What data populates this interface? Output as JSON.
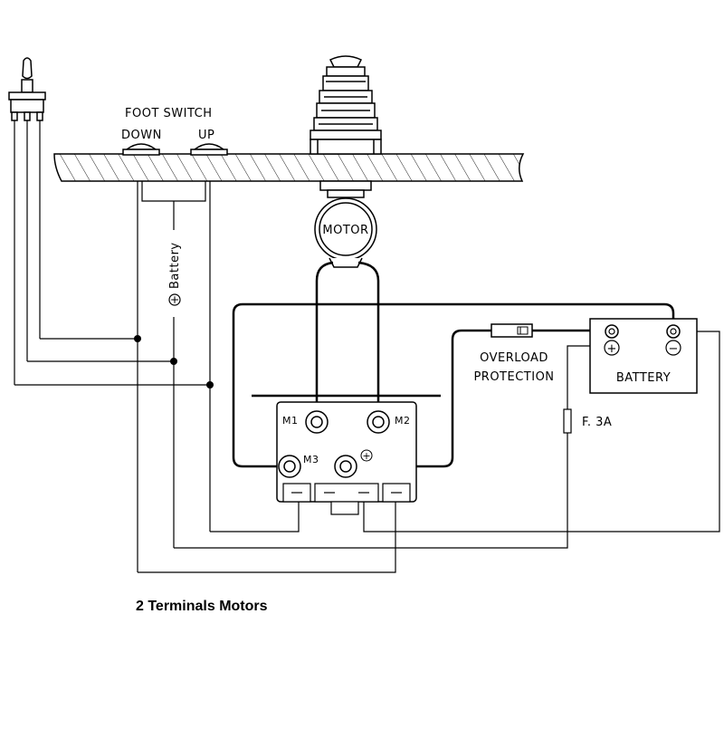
{
  "labels": {
    "foot_switch": "FOOT  SWITCH",
    "down": "DOWN",
    "up": "UP",
    "battery_vertical": "Battery",
    "battery_plus_symbol": "+",
    "motor": "MOTOR",
    "m1": "M1",
    "m2": "M2",
    "m3": "M3",
    "relay_plus": "+",
    "overload_line1": "OVERLOAD",
    "overload_line2": "PROTECTION",
    "battery_box": "BATTERY",
    "battery_plus": "+",
    "battery_minus": "−",
    "fuse": "F.  3A"
  },
  "caption": "2 Terminals Motors"
}
